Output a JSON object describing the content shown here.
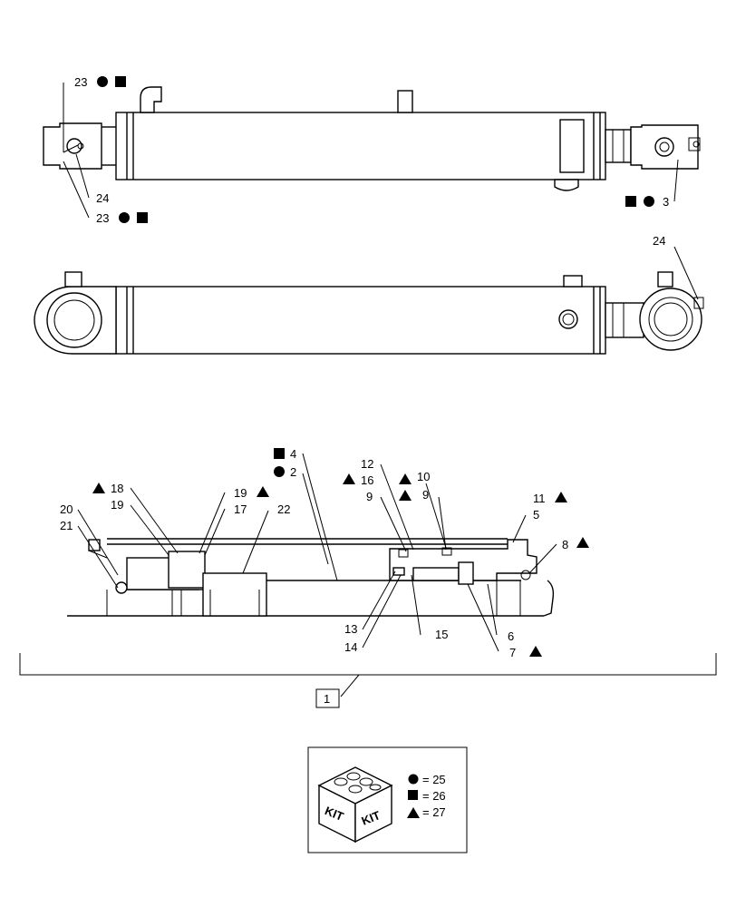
{
  "callouts": {
    "c23_top": "23",
    "c24_top": "24",
    "c23_bot": "23",
    "c3": "3",
    "c24_side": "24",
    "c4": "4",
    "c2": "2",
    "c18": "18",
    "c19_a": "19",
    "c19_b": "19",
    "c17": "17",
    "c22": "22",
    "c20": "20",
    "c21": "21",
    "c12": "12",
    "c16": "16",
    "c10": "10",
    "c9_a": "9",
    "c9_b": "9",
    "c11": "11",
    "c5": "5",
    "c8": "8",
    "c13": "13",
    "c14": "14",
    "c15": "15",
    "c6": "6",
    "c7": "7",
    "c1": "1"
  },
  "kit": {
    "label_left": "KIT",
    "label_right": "KIT",
    "circle_eq": "= 25",
    "square_eq": "= 26",
    "triangle_eq": "= 27"
  },
  "symbols": [
    "circle",
    "square",
    "triangle"
  ],
  "colors": {
    "line": "#000000",
    "background": "#ffffff"
  }
}
